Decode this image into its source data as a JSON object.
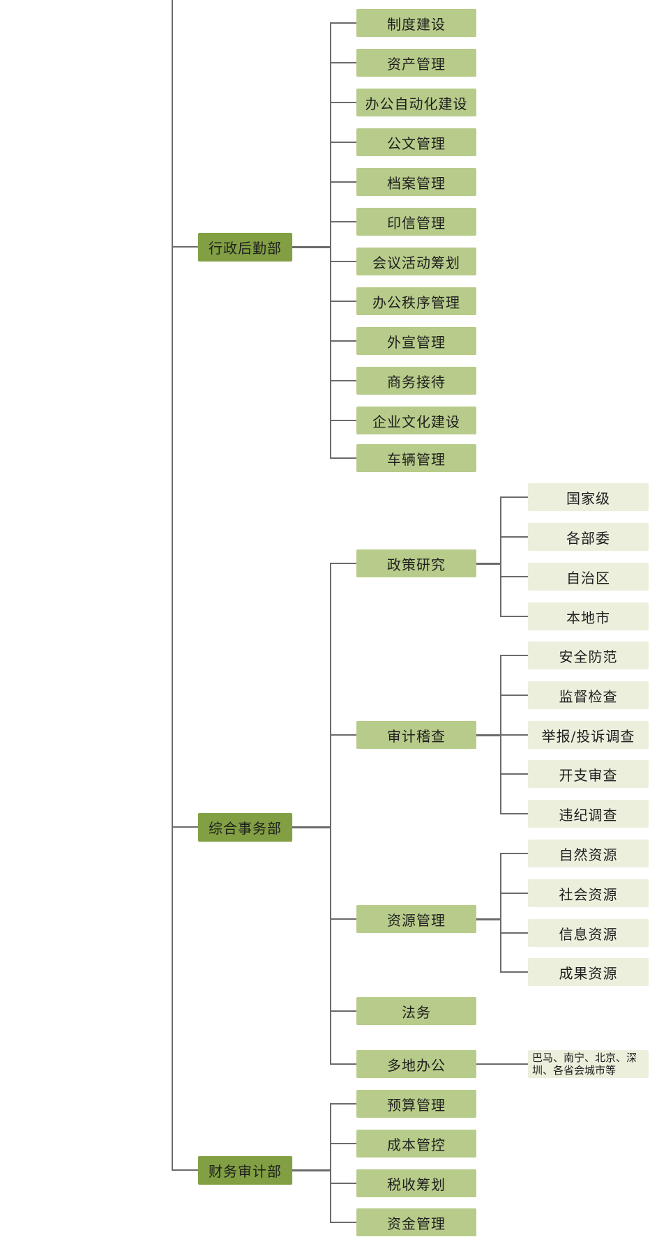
{
  "diagram": {
    "type": "org-chart",
    "colors": {
      "level1": "#82a043",
      "level2": "#b7cc8a",
      "level3": "#ebefdc",
      "connector": "#6b6b6b"
    },
    "departments": [
      {
        "label": "行政后勤部",
        "children": [
          {
            "label": "制度建设"
          },
          {
            "label": "资产管理"
          },
          {
            "label": "办公自动化建设"
          },
          {
            "label": "公文管理"
          },
          {
            "label": "档案管理"
          },
          {
            "label": "印信管理"
          },
          {
            "label": "会议活动筹划"
          },
          {
            "label": "办公秩序管理"
          },
          {
            "label": "外宣管理"
          },
          {
            "label": "商务接待"
          },
          {
            "label": "企业文化建设"
          },
          {
            "label": "车辆管理"
          }
        ]
      },
      {
        "label": "综合事务部",
        "children": [
          {
            "label": "政策研究",
            "children": [
              {
                "label": "国家级"
              },
              {
                "label": "各部委"
              },
              {
                "label": "自治区"
              },
              {
                "label": "本地市"
              }
            ]
          },
          {
            "label": "审计稽查",
            "children": [
              {
                "label": "安全防范"
              },
              {
                "label": "监督检查"
              },
              {
                "label": "举报/投诉调查"
              },
              {
                "label": "开支审查"
              },
              {
                "label": "违纪调查"
              }
            ]
          },
          {
            "label": "资源管理",
            "children": [
              {
                "label": "自然资源"
              },
              {
                "label": "社会资源"
              },
              {
                "label": "信息资源"
              },
              {
                "label": "成果资源"
              }
            ]
          },
          {
            "label": "法务"
          },
          {
            "label": "多地办公",
            "children": [
              {
                "label": "巴马、南宁、北京、深圳、各省会城市等",
                "small": true
              }
            ]
          }
        ]
      },
      {
        "label": "财务审计部",
        "children": [
          {
            "label": "预算管理"
          },
          {
            "label": "成本管控"
          },
          {
            "label": "税收筹划"
          },
          {
            "label": "资金管理"
          }
        ]
      }
    ]
  }
}
